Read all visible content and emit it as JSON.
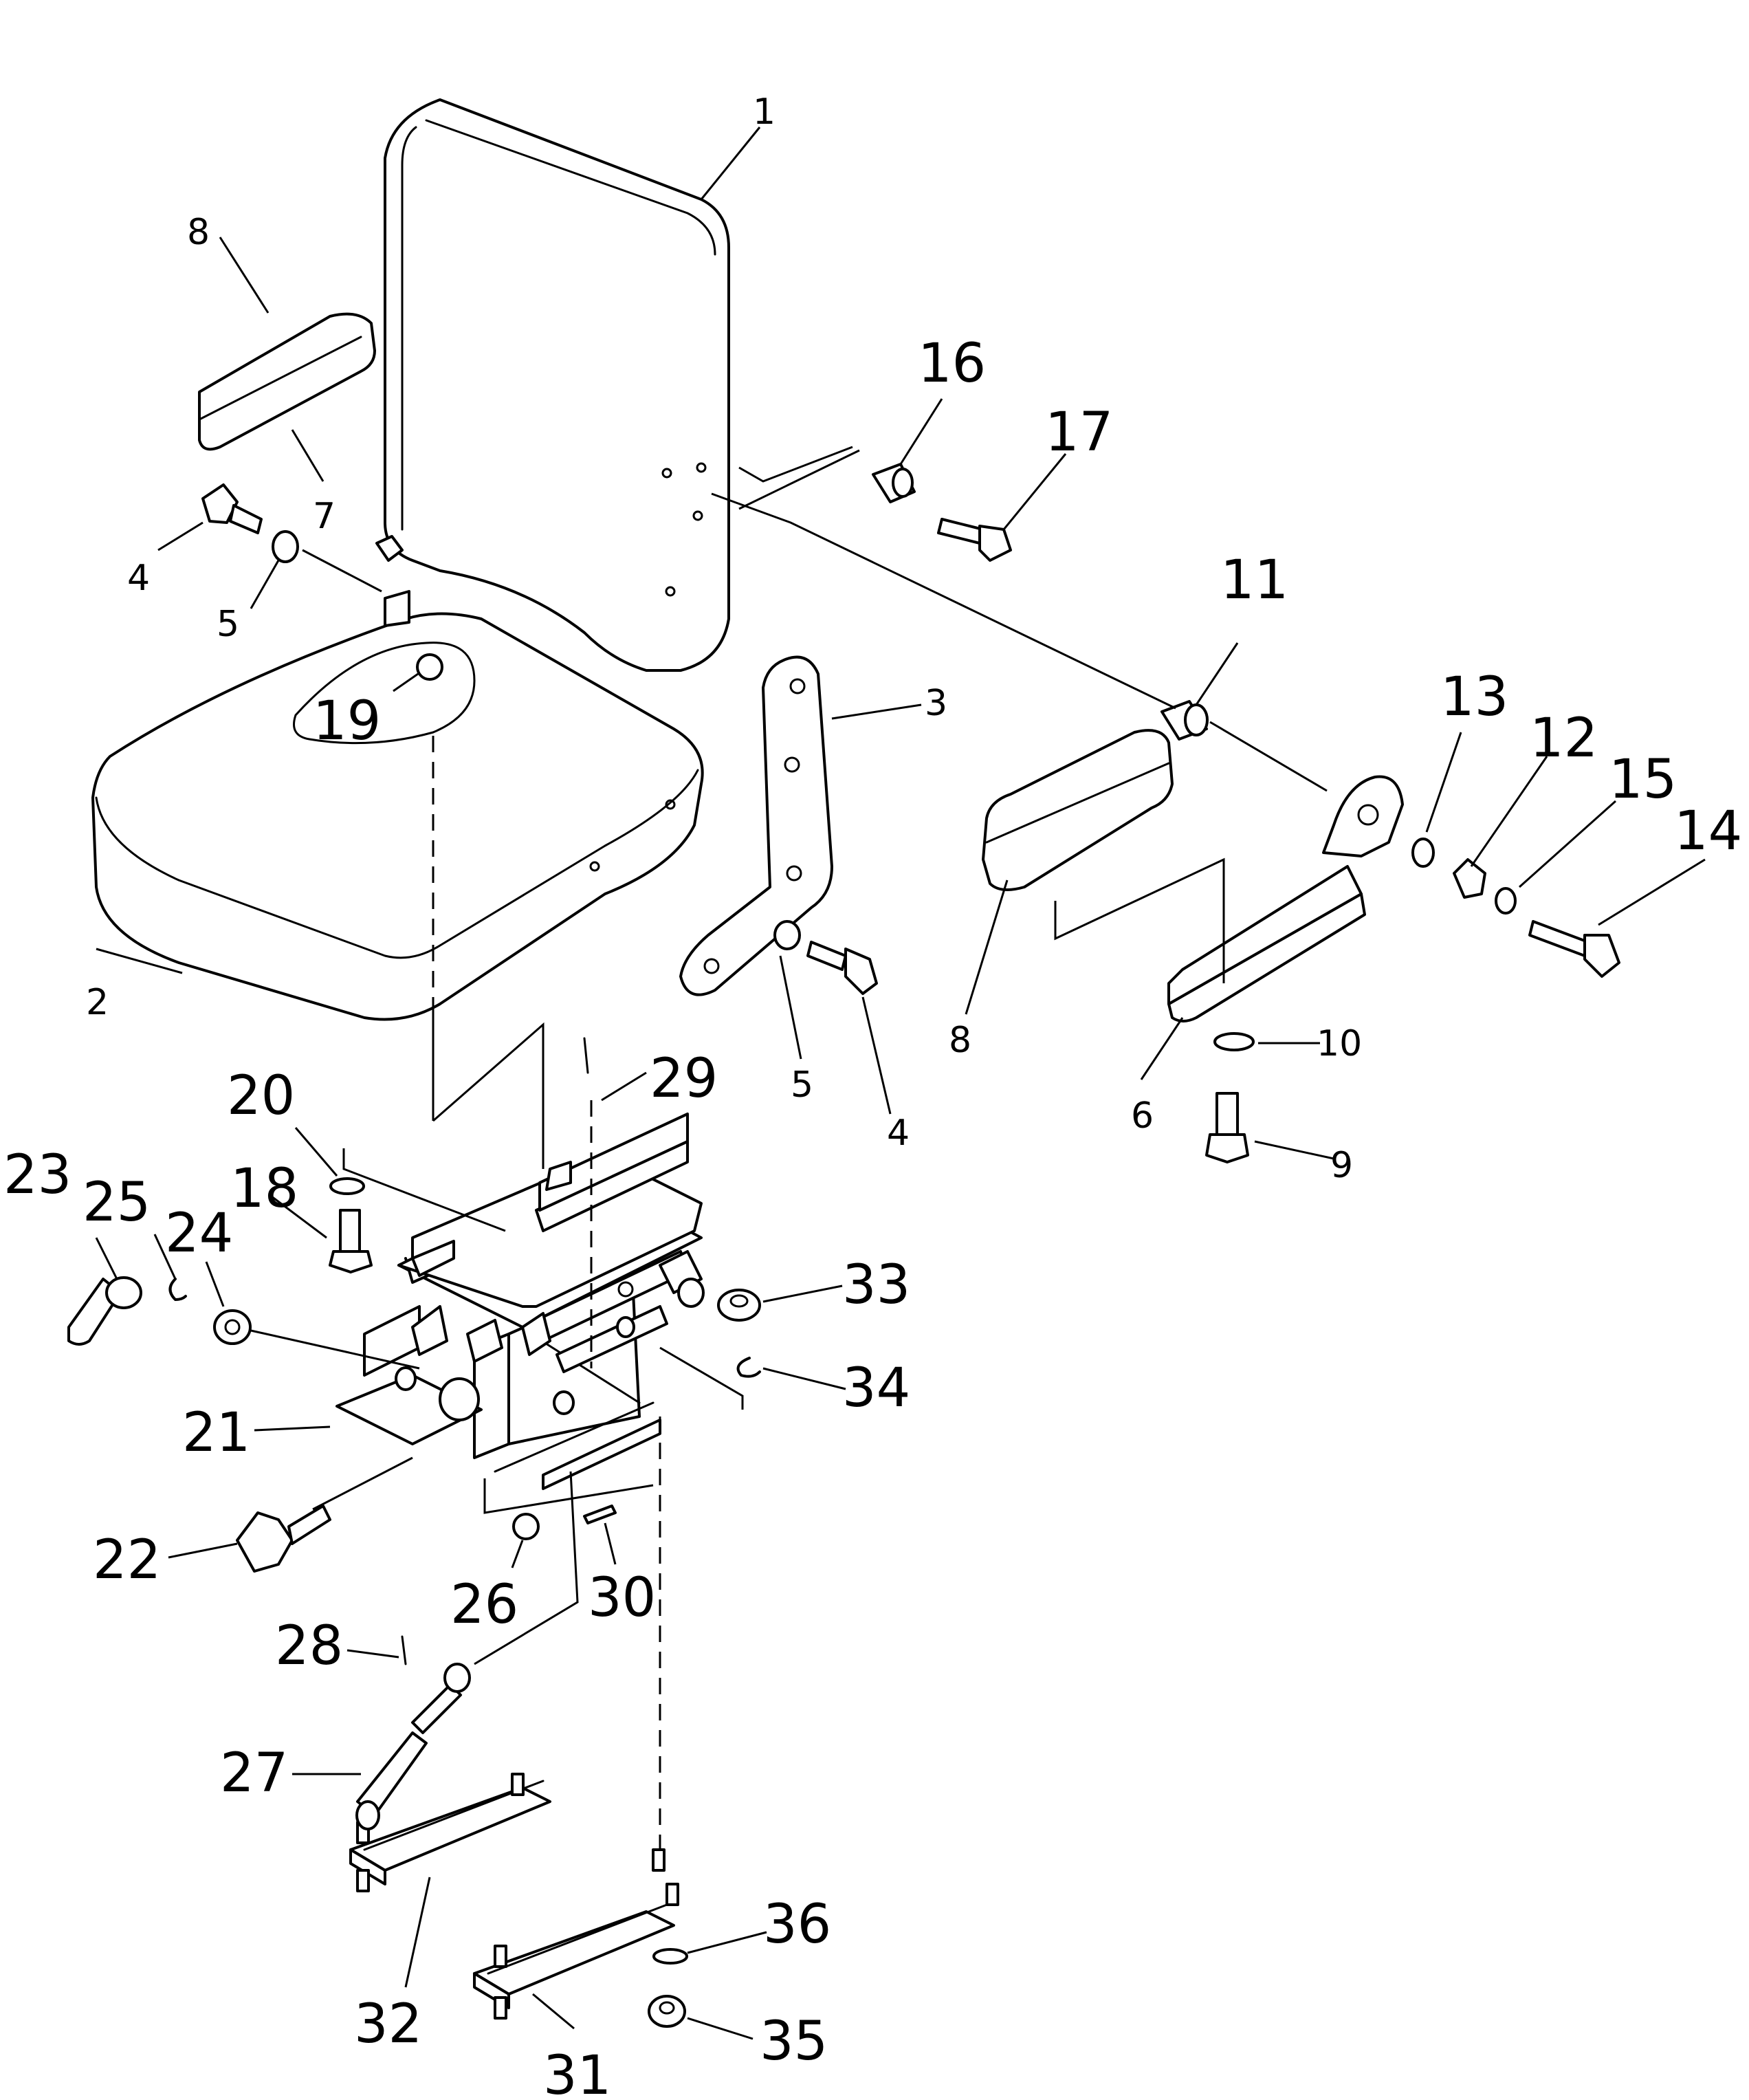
{
  "callouts": {
    "c1": "1",
    "c2": "2",
    "c3": "3",
    "c4a": "4",
    "c4b": "4",
    "c5a": "5",
    "c5b": "5",
    "c6": "6",
    "c7": "7",
    "c8a": "8",
    "c8b": "8",
    "c9": "9",
    "c10": "10",
    "c11": "11",
    "c12": "12",
    "c13": "13",
    "c14": "14",
    "c15": "15",
    "c16": "16",
    "c17": "17",
    "c18": "18",
    "c19": "19",
    "c20": "20",
    "c21": "21",
    "c22": "22",
    "c23": "23",
    "c24": "24",
    "c25": "25",
    "c26": "26",
    "c27": "27",
    "c28": "28",
    "c29": "29",
    "c30": "30",
    "c31": "31",
    "c32": "32",
    "c33": "33",
    "c34": "34",
    "c35": "35",
    "c36": "36"
  },
  "colors": {
    "line": "#000000",
    "background": "#ffffff"
  }
}
